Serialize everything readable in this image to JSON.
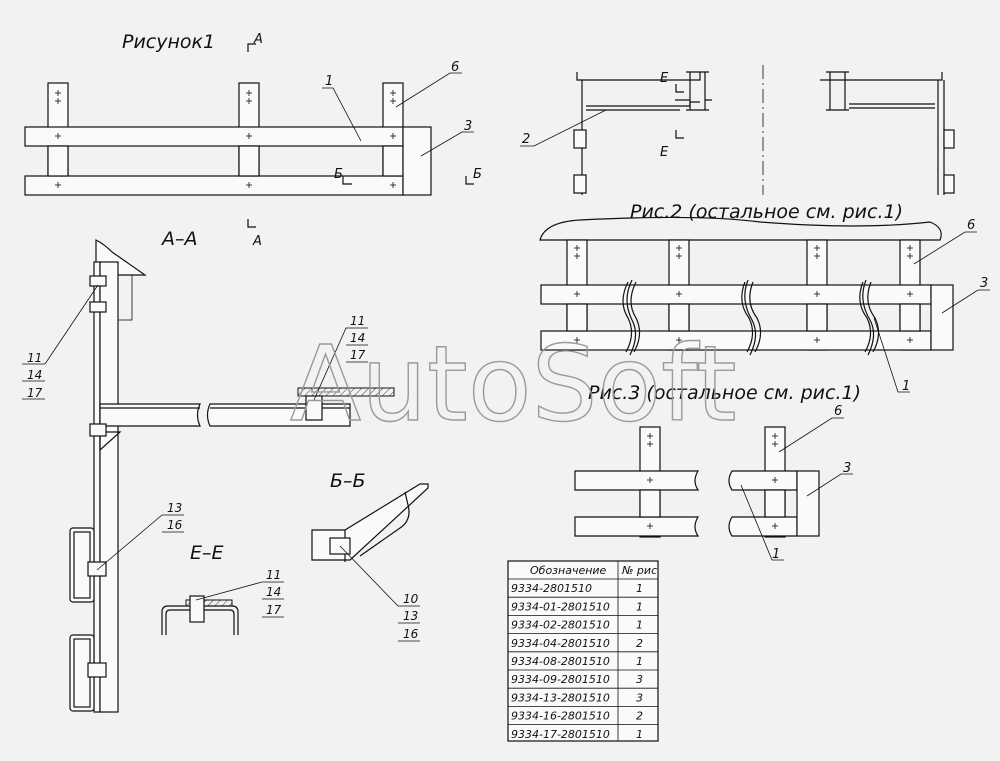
{
  "watermark": "AutoSoft",
  "views": {
    "fig1_title": "Рисунок1",
    "fig2_title": "Рис.2 (остальное см. рис.1)",
    "fig3_title": "Рис.3 (остальное см. рис.1)",
    "section_aa": "А–А",
    "section_bb": "Б–Б",
    "section_ee": "Е–Е",
    "cut_a": "А",
    "cut_b": "Б",
    "cut_e": "Е"
  },
  "callouts": {
    "fig1": [
      "1",
      "6",
      "3"
    ],
    "fig2": [
      "6",
      "3",
      "1"
    ],
    "fig3": [
      "6",
      "3",
      "1"
    ],
    "top_right": [
      "2"
    ],
    "aa_left": [
      "11",
      "14",
      "17"
    ],
    "aa_right": [
      "11",
      "14",
      "17"
    ],
    "aa_bottom": [
      "13",
      "16"
    ],
    "ee": [
      "11",
      "14",
      "17"
    ],
    "bb": [
      "10",
      "13",
      "16"
    ]
  },
  "table": {
    "headers": [
      "Обозначение",
      "№ рис"
    ],
    "rows": [
      [
        "9334-2801510",
        "1"
      ],
      [
        "9334-01-2801510",
        "1"
      ],
      [
        "9334-02-2801510",
        "1"
      ],
      [
        "9334-04-2801510",
        "2"
      ],
      [
        "9334-08-2801510",
        "1"
      ],
      [
        "9334-09-2801510",
        "3"
      ],
      [
        "9334-13-2801510",
        "3"
      ],
      [
        "9334-16-2801510",
        "2"
      ],
      [
        "9334-17-2801510",
        "1"
      ]
    ]
  }
}
